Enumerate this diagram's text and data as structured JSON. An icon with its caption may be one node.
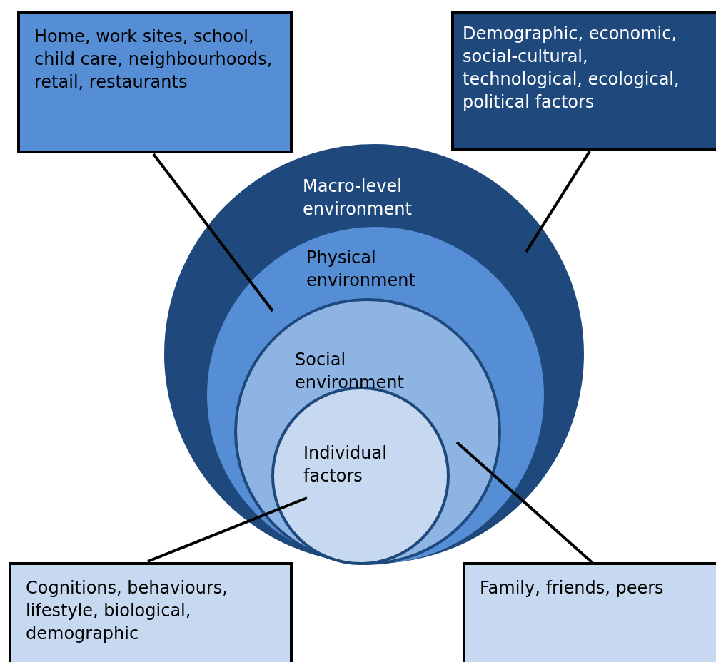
{
  "diagram": {
    "nodes": [
      {
        "text": [
          "Home, work sites, school, child care, neighbourhoods, retail, restaurants"
        ]
      },
      {
        "text": [
          "Demographic, economic, social-cultural, technological, ecological, political factors"
        ]
      },
      {
        "text": [
          "Macro-level environment"
        ]
      },
      {
        "text": [
          "Physical environment"
        ],
        "in": 2
      },
      {
        "text": [
          "Social environment"
        ],
        "in": 3
      },
      {
        "text": [
          "Individual factors"
        ],
        "in": 4
      },
      {
        "text": [
          "Cognitions, behaviours, lifestyle, biological, demographic"
        ]
      },
      {
        "text": [
          "Family, friends, peers"
        ]
      }
    ],
    "edges": [
      {
        "from": 0,
        "to": 3,
        "arrow": "none"
      },
      {
        "from": 1,
        "to": 2,
        "arrow": "none"
      },
      {
        "from": 6,
        "to": 5,
        "arrow": "none"
      },
      {
        "from": 7,
        "to": 4,
        "arrow": "none"
      }
    ]
  }
}
